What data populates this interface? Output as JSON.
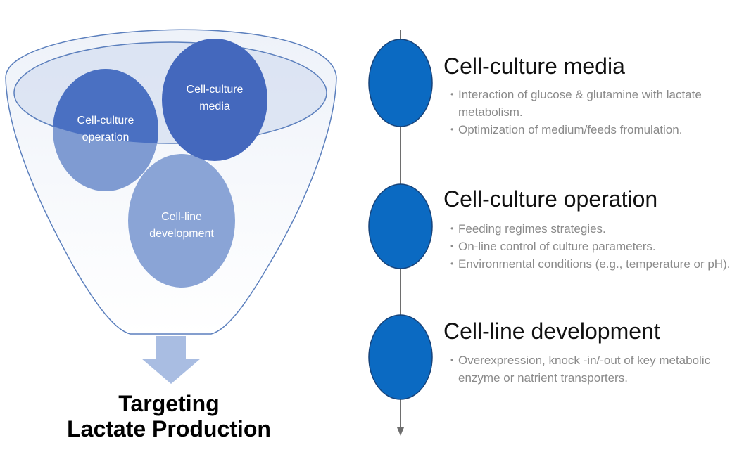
{
  "funnel": {
    "bubbles": [
      {
        "id": "operation",
        "label_line1": "Cell-culture",
        "label_line2": "operation"
      },
      {
        "id": "media",
        "label_line1": "Cell-culture",
        "label_line2": "media"
      },
      {
        "id": "line",
        "label_line1": "Cell-line",
        "label_line2": "development"
      }
    ],
    "result_line1": "Targeting",
    "result_line2": "Lactate Production"
  },
  "stages": [
    {
      "title": "Cell-culture media",
      "bullets": [
        "Interaction of glucose & glutamine with lactate metabolism.",
        "Optimization of medium/feeds fromulation."
      ]
    },
    {
      "title": "Cell-culture operation",
      "bullets": [
        "Feeding regimes strategies.",
        "On-line control of culture parameters.",
        "Environmental conditions (e.g., temperature or pH)."
      ]
    },
    {
      "title": "Cell-line development",
      "bullets": [
        "Overexpression, knock -in/-out of key metabolic enzyme or natrient transporters."
      ]
    }
  ],
  "colors": {
    "bubble_dark": "#4a70c2",
    "bubble_light": "#8aa4d6",
    "timeline_node": "#0b6ac2",
    "arrow": "#a9bde2"
  }
}
